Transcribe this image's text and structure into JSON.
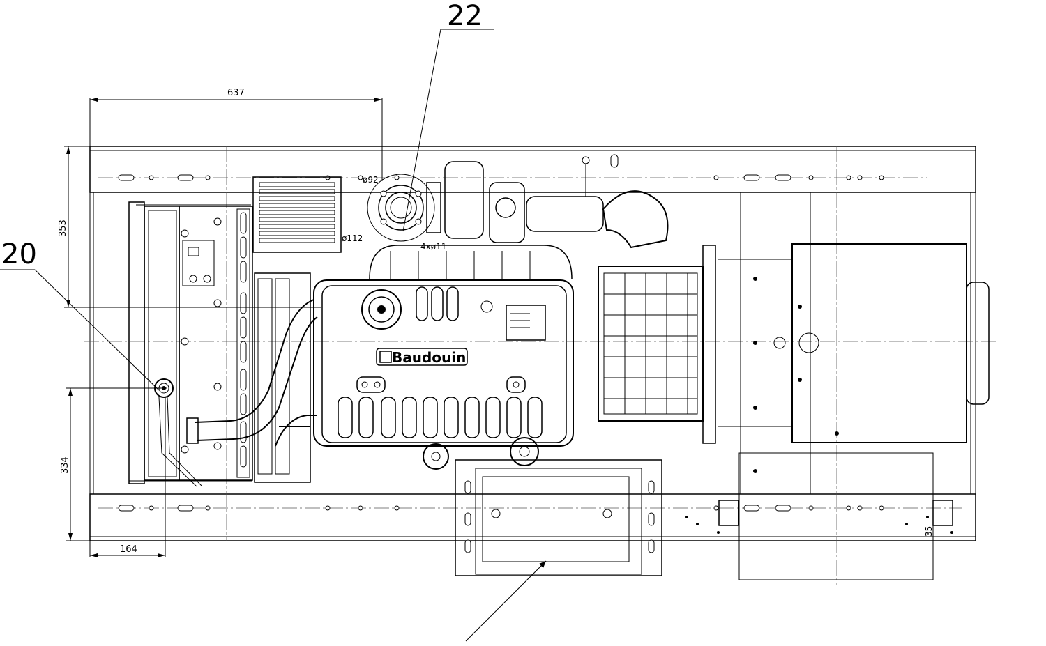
{
  "labels": {
    "callout_20": "20",
    "callout_22": "22"
  },
  "dimensions": {
    "top_width": "637",
    "left_upper_height": "353",
    "left_lower_height": "334",
    "bottom_offset": "164",
    "small_right": "35"
  },
  "annotations": {
    "dia_92": "ø92",
    "dia_112": "ø112",
    "bolt_pattern": "4xø11"
  },
  "brand": {
    "name": "Baudouin"
  },
  "colors": {
    "line": "#000000",
    "background": "#ffffff"
  }
}
